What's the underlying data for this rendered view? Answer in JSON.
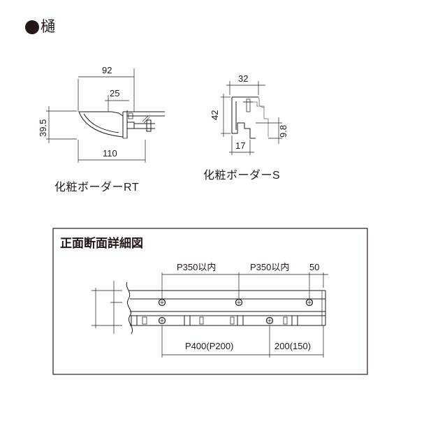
{
  "section": {
    "bullet_icon": "filled-circle-icon",
    "title": "樋"
  },
  "profile_rt": {
    "caption": "化粧ボーダーRT",
    "dim_top": "92",
    "dim_inner": "25",
    "dim_height": "39.5",
    "dim_bottom": "110"
  },
  "profile_s": {
    "caption": "化粧ボーダーS",
    "dim_top": "32",
    "dim_height": "42",
    "dim_small": "9.8",
    "dim_bottom": "17"
  },
  "front_detail": {
    "title": "正面断面詳細図",
    "dim_p350_a": "P350以内",
    "dim_p350_b": "P350以内",
    "dim_end": "50",
    "dim_p400": "P400(P200)",
    "dim_200": "200(150)"
  }
}
